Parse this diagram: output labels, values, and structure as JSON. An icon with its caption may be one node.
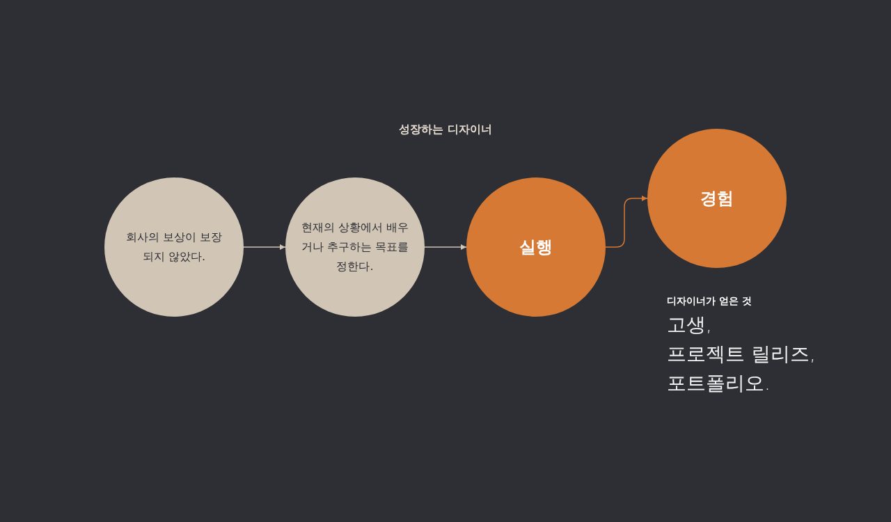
{
  "diagram": {
    "title": "성장하는 디자이너",
    "nodes": [
      {
        "text": [
          "회사의 보상이 보장되지 않았다."
        ]
      },
      {
        "text": [
          "현재의 상황에서 배우거나 추구하는 목표를 정한다."
        ]
      },
      {
        "text": [
          "실행"
        ]
      },
      {
        "text": [
          "경험"
        ]
      }
    ],
    "edges": [
      {
        "from": 0,
        "to": 1,
        "arrow": "to"
      },
      {
        "from": 1,
        "to": 2,
        "arrow": "to"
      },
      {
        "from": 2,
        "to": 3,
        "arrow": "to",
        "color": "#d57934"
      }
    ],
    "labels": [
      "디자이너가 얻은 것",
      "고생,",
      "프로젝트 릴리즈,",
      "포트폴리오."
    ]
  }
}
